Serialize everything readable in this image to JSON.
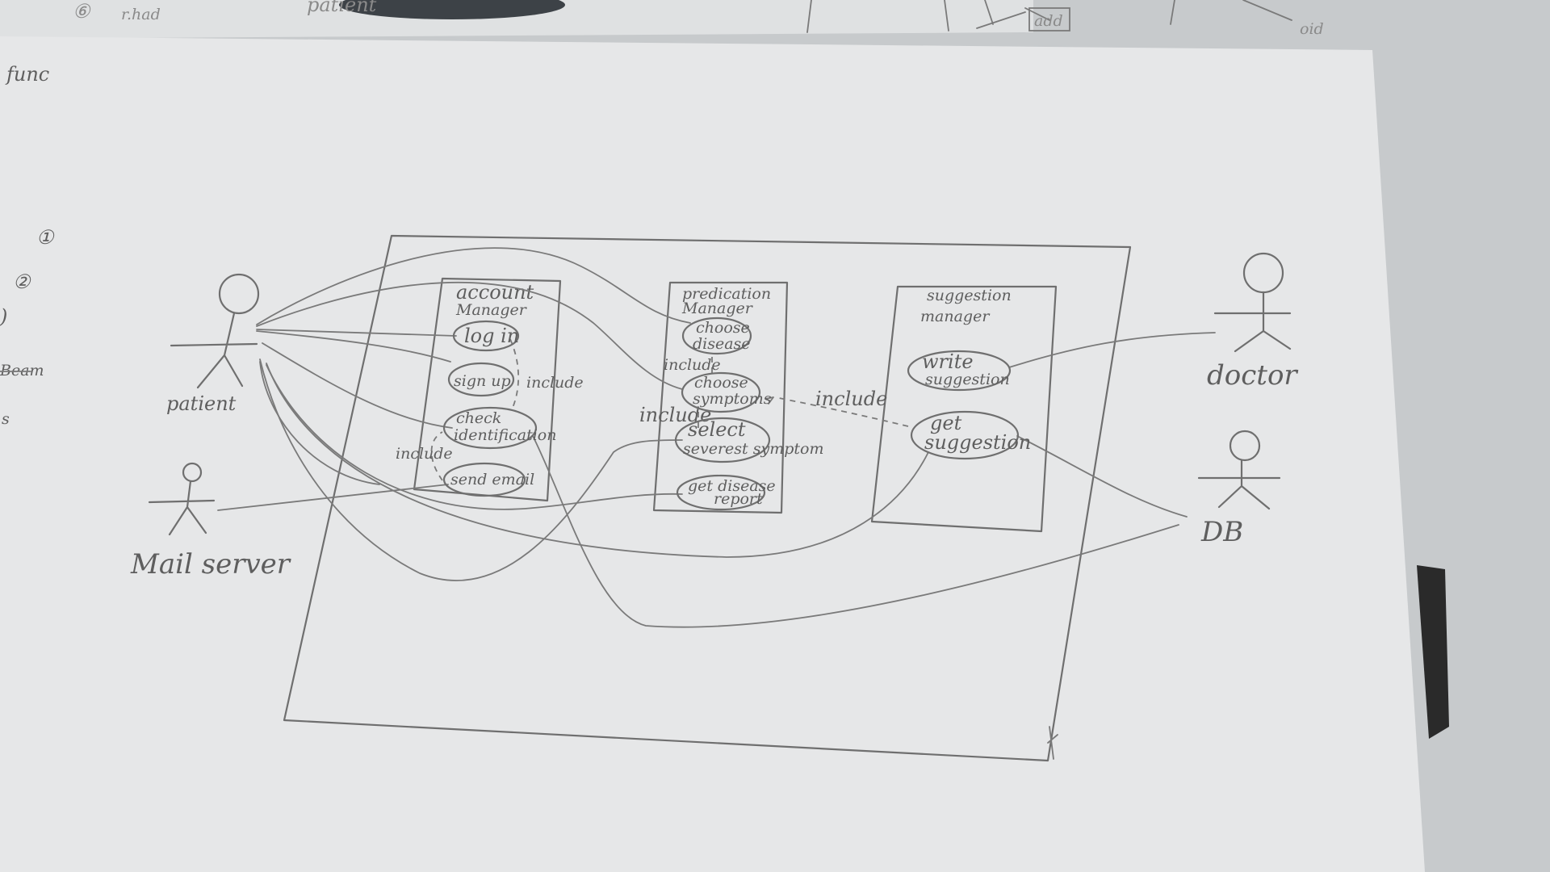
{
  "top_scraps": {
    "circle_num": "⑥",
    "word_a": "r.had",
    "word_b": "patient",
    "box_label": "add",
    "word_c": "oid"
  },
  "margin_notes": {
    "func": "func",
    "n1": "①",
    "n2": "②",
    "n3": ")",
    "strike": "Beam",
    "s": "s"
  },
  "actors": {
    "patient": "patient",
    "mail_server": "Mail server",
    "doctor": "doctor",
    "db": "DB"
  },
  "packages": {
    "account": {
      "title_1": "account",
      "title_2": "Manager"
    },
    "predication": {
      "title_1": "predication",
      "title_2": "Manager"
    },
    "suggestion": {
      "title_1": "suggestion",
      "title_2": "manager"
    }
  },
  "use_cases": {
    "log_in": "log in",
    "sign_up": "sign up",
    "check_identification_1": "check",
    "check_identification_2": "identification",
    "send_email": "send email",
    "choose_disease_1": "choose",
    "choose_disease_2": "disease",
    "choose_symptoms_1": "choose",
    "choose_symptoms_2": "symptoms",
    "select_severest_1": "select",
    "select_severest_2": "severest symptom",
    "get_disease_report_1": "get disease",
    "get_disease_report_2": "report",
    "write_suggestion_1": "write",
    "write_suggestion_2": "suggestion",
    "get_suggestion_1": "get",
    "get_suggestion_2": "suggestion"
  },
  "relations": {
    "include_account": "include",
    "include_account_2": "include",
    "include_pred_1": "include",
    "include_pred_2": "include",
    "include_cross": "include"
  }
}
